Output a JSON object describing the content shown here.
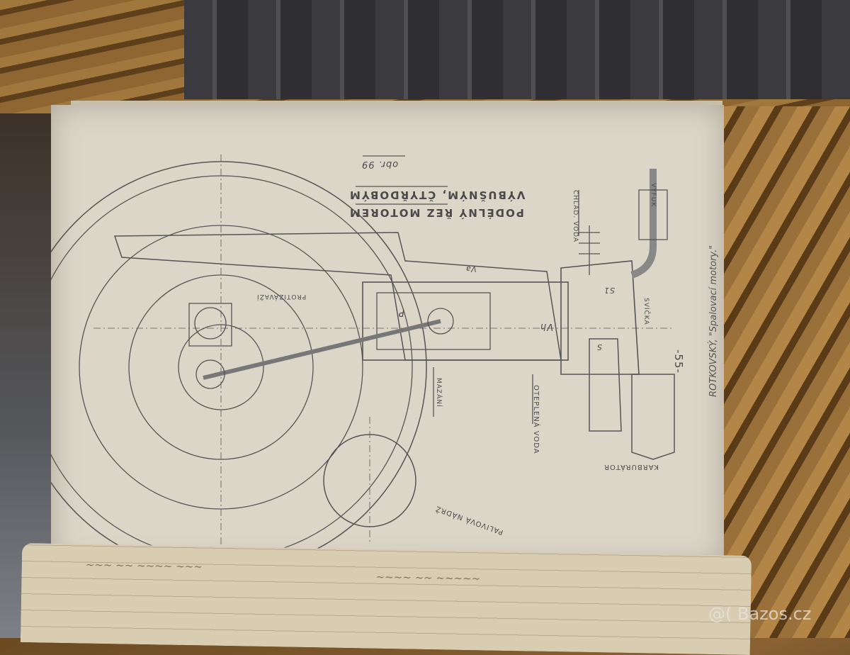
{
  "photo": {
    "subject": "book-page-engine-drawing",
    "colors": {
      "paper": "#dcd6c9",
      "ink": "#4a4a4a",
      "wood": "#8a6232"
    }
  },
  "drawing": {
    "figure_number": "obr. 99",
    "title_line1": "PODÉLNÝ ŘEZ MOTOREM",
    "title_line2": "VÝBUŠNÝM, ČTYŘDOBÝM",
    "labels": {
      "cooling_water": "CHLAD. VODA",
      "exhaust": "VÝFUK",
      "va": "Va",
      "vh": "Vh",
      "piston": "P",
      "counterweight": "PROTIZÁVAŽÍ",
      "spark_plug": "SVÍČKA",
      "valve_s": "S",
      "valve_s1": "S1",
      "lubrication": "MAZÁNÍ",
      "warm_water": "OTEPLENÁ VODA",
      "carburetor": "KARBURÁTOR",
      "fuel_tank": "PALIVOVÁ NÁDRŽ"
    }
  },
  "page": {
    "page_number": "-55-",
    "running_footer": "ROTKOVSKÝ, \"Spalovací motory.\""
  },
  "watermark": "@( Bazos.cz"
}
